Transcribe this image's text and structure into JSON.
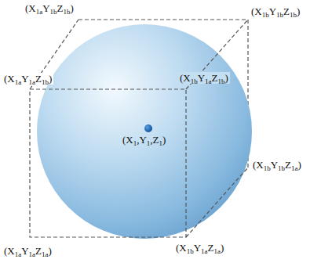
{
  "diagram": {
    "labels": [
      "(X1aY1bZ1b)",
      "(X1bY1bZ1b)",
      "(X1aY1aZ1b)",
      "(X1bY1aZ1b)",
      "(X1,Y1,Z1)",
      "(X1bY1bZ1a)",
      "(X1aY1aZ1a)",
      "(X1bY1aZ1a)"
    ]
  }
}
